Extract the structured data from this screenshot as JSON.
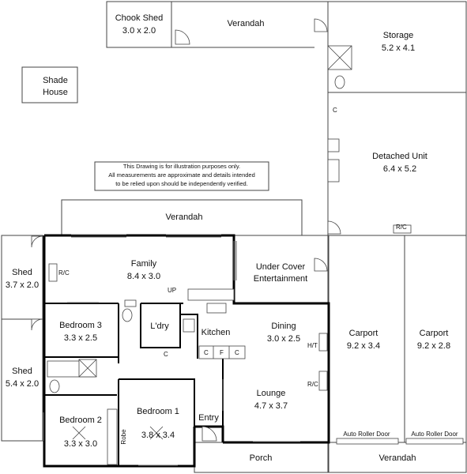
{
  "rooms": {
    "chook_shed": {
      "name": "Chook Shed",
      "size": "3.0 x 2.0"
    },
    "verandah_top": {
      "name": "Verandah"
    },
    "storage": {
      "name": "Storage",
      "size": "5.2 x 4.1"
    },
    "shade_house": {
      "line1": "Shade",
      "line2": "House"
    },
    "detached_unit": {
      "name": "Detached Unit",
      "size": "6.4 x 5.2"
    },
    "verandah_mid": {
      "name": "Verandah"
    },
    "family": {
      "name": "Family",
      "size": "8.4 x 3.0"
    },
    "under_cover": {
      "line1": "Under Cover",
      "line2": "Entertainment"
    },
    "shed_left_1": {
      "name": "Shed",
      "size": "3.7 x 2.0"
    },
    "shed_left_2": {
      "name": "Shed",
      "size": "5.4 x 2.0"
    },
    "bedroom3": {
      "name": "Bedroom 3",
      "size": "3.3 x 2.5"
    },
    "laundry": {
      "name": "L'dry"
    },
    "kitchen": {
      "name": "Kitchen"
    },
    "dining": {
      "name": "Dining",
      "size": "3.0 x 2.5"
    },
    "carport1": {
      "name": "Carport",
      "size": "9.2 x 3.4"
    },
    "carport2": {
      "name": "Carport",
      "size": "9.2 x 2.8"
    },
    "lounge": {
      "name": "Lounge",
      "size": "4.7 x 3.7"
    },
    "bedroom1": {
      "name": "Bedroom 1",
      "size": "3.8 x 3.4"
    },
    "bedroom2": {
      "name": "Bedroom 2",
      "size": "3.3 x 3.0"
    },
    "entry": {
      "name": "Entry"
    },
    "porch": {
      "name": "Porch"
    },
    "verandah_bottom": {
      "name": "Verandah"
    }
  },
  "labels": {
    "rc": "R/C",
    "up": "UP",
    "c": "C",
    "f": "F",
    "ht": "H/T",
    "robe": "Robe",
    "auto_roller_door": "Auto Roller Door"
  },
  "disclaimer": {
    "line1": "This Drawing is for illustration purposes only.",
    "line2": "All measurements are approximate and details intended",
    "line3": "to be relied upon should be independently verified."
  }
}
